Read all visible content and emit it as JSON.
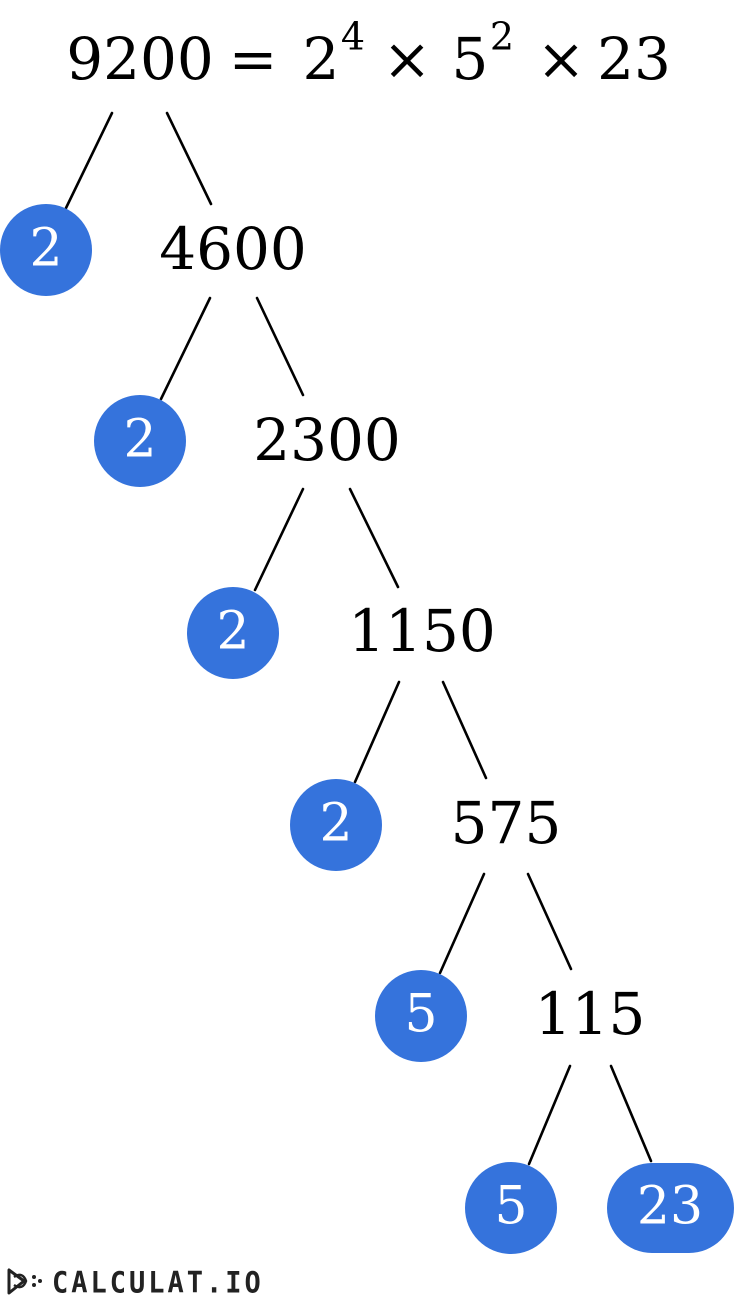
{
  "colors": {
    "leaf_fill": "#3573dc",
    "leaf_text": "#ffffff",
    "line": "#000000",
    "text": "#000000"
  },
  "equation": {
    "base": "9200",
    "equals": "=",
    "times": "×",
    "factors": [
      {
        "base": "2",
        "exp": "4"
      },
      {
        "base": "5",
        "exp": "2"
      },
      {
        "base": "23",
        "exp": ""
      }
    ]
  },
  "tree": {
    "levels": [
      {
        "composite": "4600",
        "prime": "2"
      },
      {
        "composite": "2300",
        "prime": "2"
      },
      {
        "composite": "1150",
        "prime": "2"
      },
      {
        "composite": "575",
        "prime": "2"
      },
      {
        "composite": "115",
        "prime": "5"
      }
    ],
    "final_primes": [
      "5",
      "23"
    ]
  },
  "brand": {
    "name": "CALCULAT.IO",
    "icon": "rocket-icon"
  }
}
